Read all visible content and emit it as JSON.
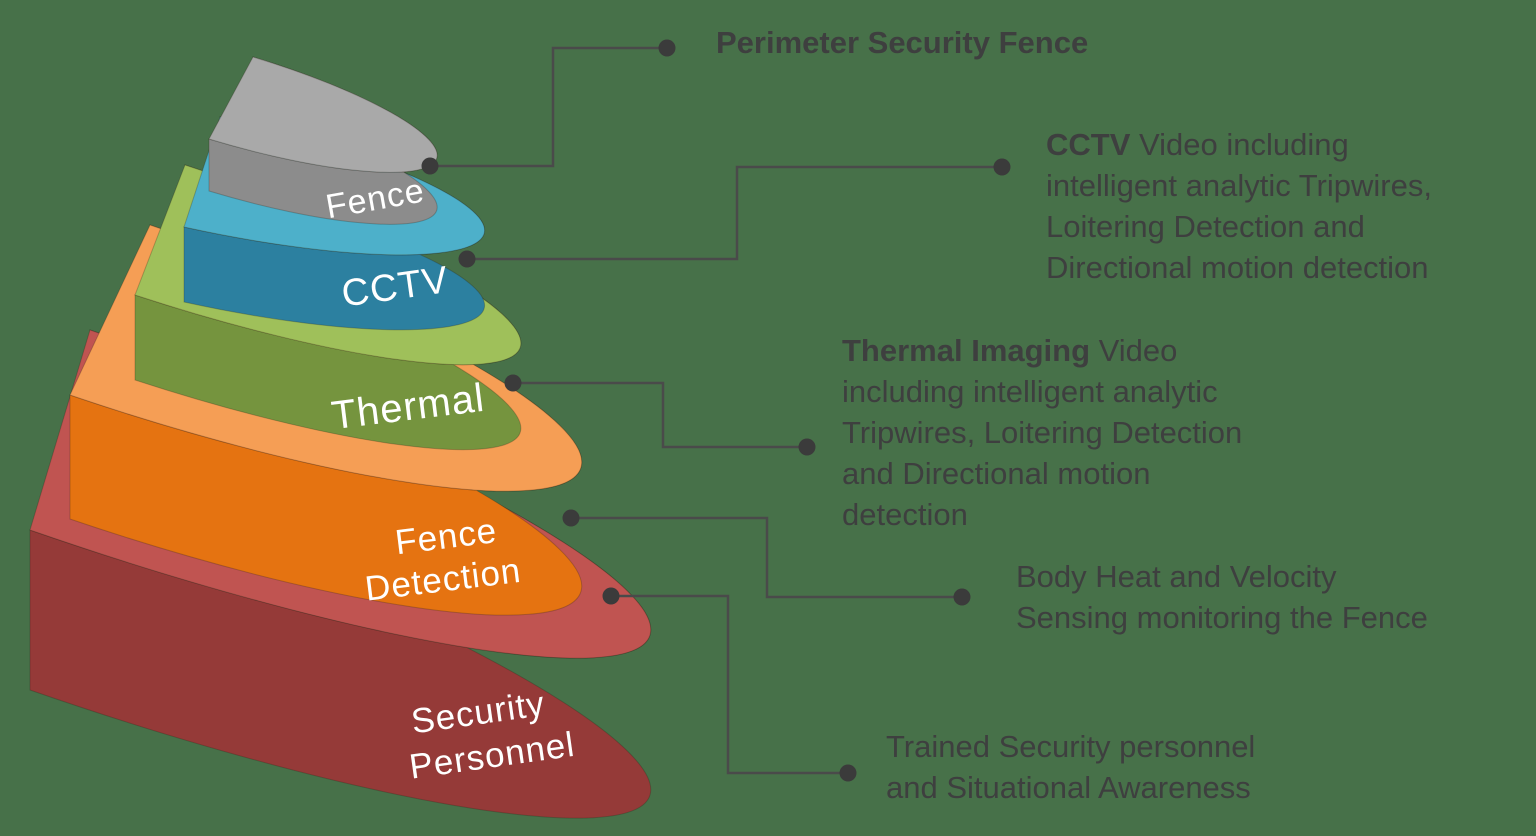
{
  "background": "#477149",
  "diagram": {
    "title_hint": "layered-security-stack",
    "label_color": "#ffffff",
    "line_color": "#4a4a4a",
    "dot_color": "#3b3b3b",
    "layers": [
      {
        "id": "security-personnel",
        "label_lines": [
          "Security",
          "Personnel"
        ],
        "top_color": "#c05451",
        "side_color": "#953a38"
      },
      {
        "id": "fence-detection",
        "label_lines": [
          "Fence",
          "Detection"
        ],
        "top_color": "#f59e55",
        "side_color": "#e57311"
      },
      {
        "id": "thermal",
        "label_lines": [
          "Thermal"
        ],
        "top_color": "#9fc05a",
        "side_color": "#75943e"
      },
      {
        "id": "cctv",
        "label_lines": [
          "CCTV"
        ],
        "top_color": "#4db0ca",
        "side_color": "#2c80a0"
      },
      {
        "id": "fence",
        "label_lines": [
          "Fence"
        ],
        "top_color": "#a9a9a9",
        "side_color": "#8c8c8c"
      }
    ]
  },
  "annotations": [
    {
      "id": "perimeter-fence",
      "bold": "Perimeter Security Fence",
      "rest": ""
    },
    {
      "id": "cctv",
      "bold": "CCTV ",
      "rest": "Video including\nintelligent analytic Tripwires,\nLoitering Detection and\nDirectional motion detection"
    },
    {
      "id": "thermal",
      "bold": "Thermal Imaging ",
      "rest": "Video\nincluding intelligent analytic\nTripwires, Loitering Detection\nand Directional motion\ndetection"
    },
    {
      "id": "body-heat",
      "bold": "",
      "rest": "Body Heat and Velocity\nSensing monitoring the Fence"
    },
    {
      "id": "trained-personnel",
      "bold": "",
      "rest": "Trained Security personnel\nand Situational Awareness"
    }
  ]
}
